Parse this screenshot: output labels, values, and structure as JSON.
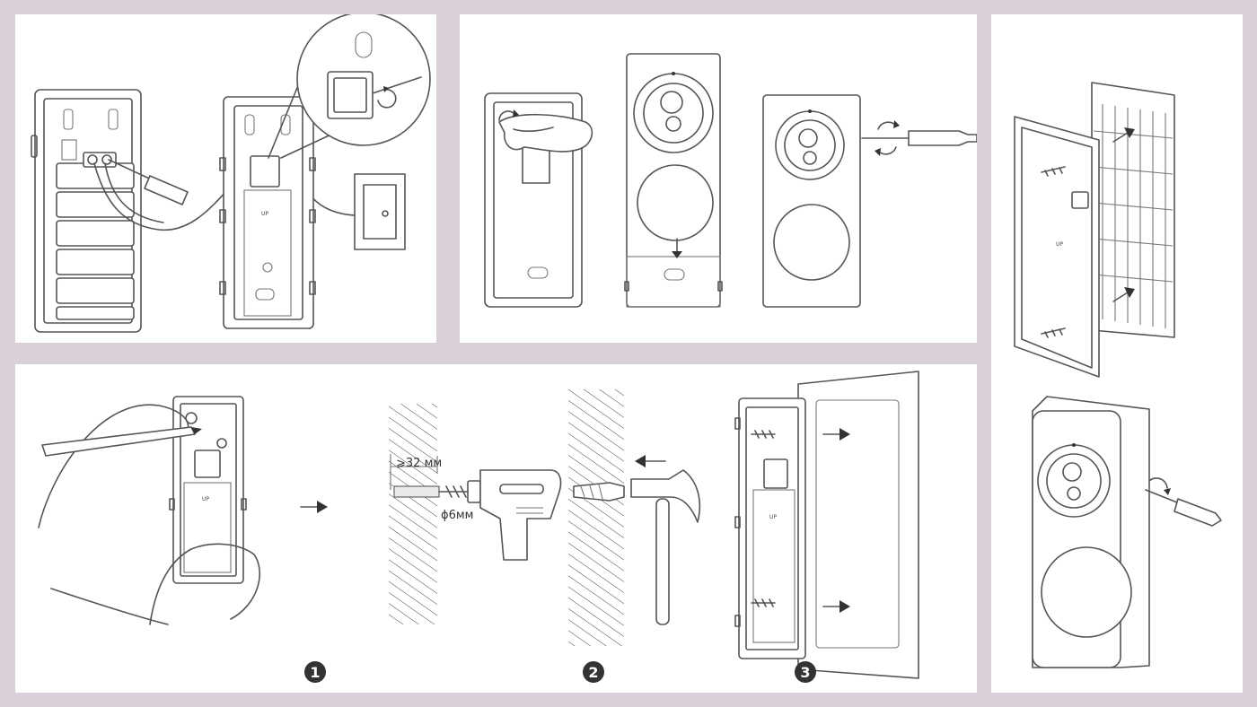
{
  "panels": {
    "wiring": {
      "title": ""
    },
    "faceplate": {
      "title": ""
    },
    "mounting": {
      "depth_label": "⩾32 мм",
      "diameter_label": "ϕ6мм",
      "step_numbers": [
        "1",
        "2",
        "3"
      ]
    },
    "final": {
      "title": ""
    }
  },
  "markings": {
    "up_label": "UP"
  },
  "icons": [
    "screwdriver-icon",
    "drill-icon",
    "hammer-icon",
    "wall-anchor-icon",
    "rotate-arrow-icon",
    "hand-icon",
    "pencil-icon"
  ],
  "colors": {
    "background": "#d9d0da",
    "panel": "#ffffff",
    "line": "#555555",
    "badge": "#333333"
  }
}
